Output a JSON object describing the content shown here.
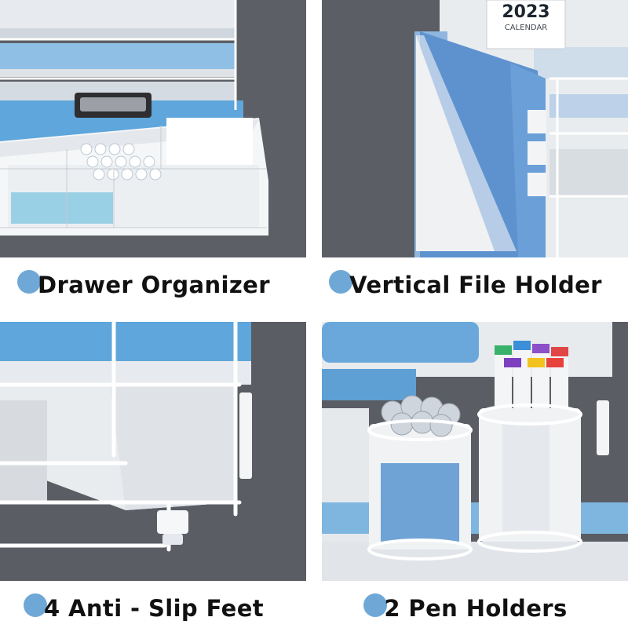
{
  "panels": [
    {
      "label": "Drawer Organizer",
      "photo": "drawer-organizer-photo"
    },
    {
      "label": "Vertical File Holder",
      "photo": "vertical-file-holder-photo"
    },
    {
      "label": "4 Anti - Slip Feet",
      "photo": "anti-slip-feet-photo"
    },
    {
      "label": "2 Pen Holders",
      "photo": "pen-holders-photo"
    }
  ],
  "photo_text": {
    "calendar_year": "2023",
    "calendar_word": "CALENDAR"
  },
  "colors": {
    "accent_dot": "#6fa8d6",
    "backdrop": "#5a5d63",
    "tray_blue": "#5ba3d9",
    "mesh_white": "#f3f4f6"
  }
}
